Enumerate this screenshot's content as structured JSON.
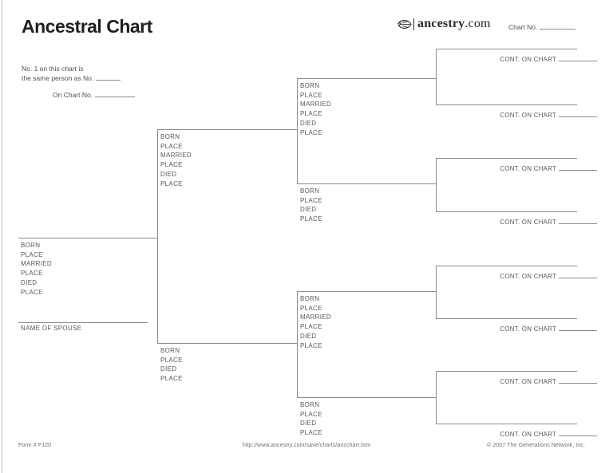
{
  "header": {
    "title": "Ancestral Chart",
    "brand": {
      "icon": "leaf-icon",
      "name": "ancestry",
      "tld": ".com"
    },
    "chart_no_label": "Chart No."
  },
  "notes": {
    "line1": "No. 1 on this chart is",
    "line2": "the same person as No.",
    "on_chart_label": "On Chart No."
  },
  "labels": {
    "cont_on_chart": "CONT. ON CHART",
    "name_of_spouse": "NAME OF SPOUSE"
  },
  "fields": {
    "person_full": [
      "BORN",
      "PLACE",
      "MARRIED",
      "PLACE",
      "DIED",
      "PLACE"
    ],
    "person_short": [
      "BORN",
      "PLACE",
      "DIED",
      "PLACE"
    ]
  },
  "footer": {
    "form_number": "Form # F120",
    "url": "http://www.ancestry.com/save/charts/ancchart.htm",
    "copyright": "© 2007 The Generations Network, Inc."
  },
  "colors": {
    "line": "#8c8c8c",
    "label_text": "#5a5a5a",
    "title_text": "#1f1f1f"
  }
}
